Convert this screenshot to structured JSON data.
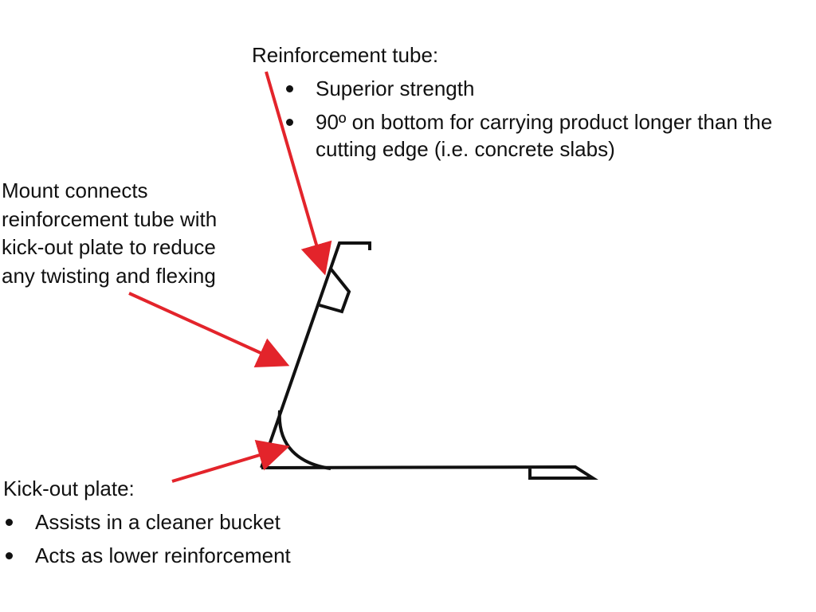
{
  "colors": {
    "arrow": "#e3242b",
    "outline": "#111111",
    "text": "#111111",
    "background": "#ffffff"
  },
  "callouts": {
    "reinforcement_tube": {
      "heading": "Reinforcement tube:",
      "bullets": [
        "Superior strength",
        "90º on bottom for carrying product longer than the cutting edge (i.e. concrete slabs)"
      ]
    },
    "mount": {
      "lines": [
        "Mount connects",
        "reinforcement tube with",
        "kick-out plate to reduce",
        "any twisting and flexing"
      ]
    },
    "kick_out_plate": {
      "heading": "Kick-out plate:",
      "bullets": [
        "Assists in a cleaner bucket",
        "Acts as lower reinforcement"
      ]
    }
  }
}
